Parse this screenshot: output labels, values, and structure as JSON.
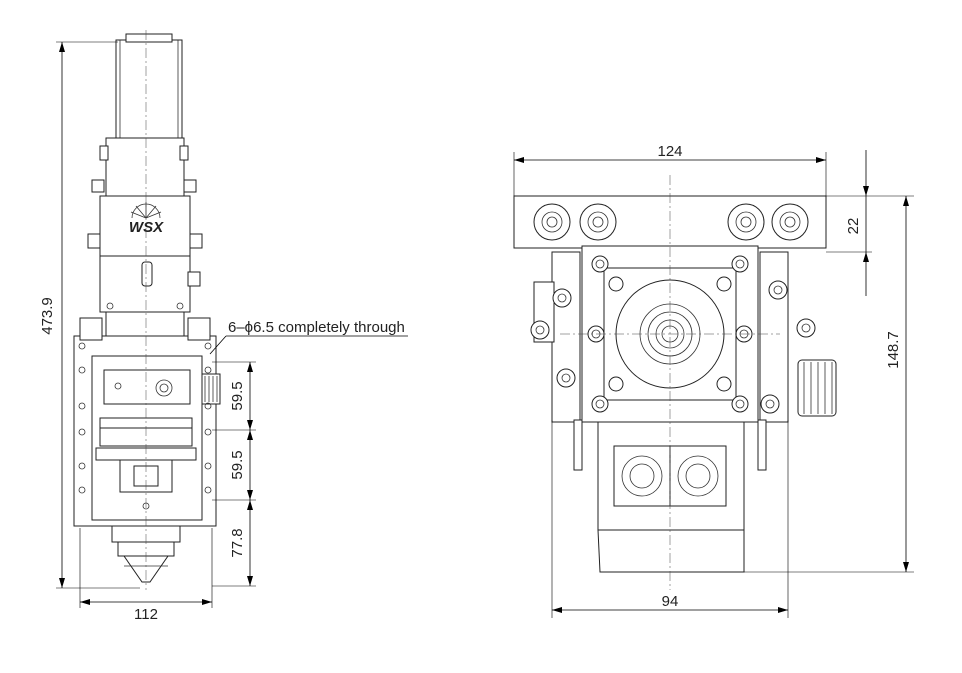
{
  "side_view": {
    "logo": "WSX",
    "dims": {
      "overall_height": "473.9",
      "width": "112",
      "hole_note": "6–ϕ6.5 completely through",
      "pitch_top": "59.5",
      "pitch_mid": "59.5",
      "bottom_offset": "77.8"
    }
  },
  "front_view": {
    "dims": {
      "top_width": "124",
      "bottom_width": "94",
      "top_height": "22",
      "body_height": "148.7"
    }
  }
}
